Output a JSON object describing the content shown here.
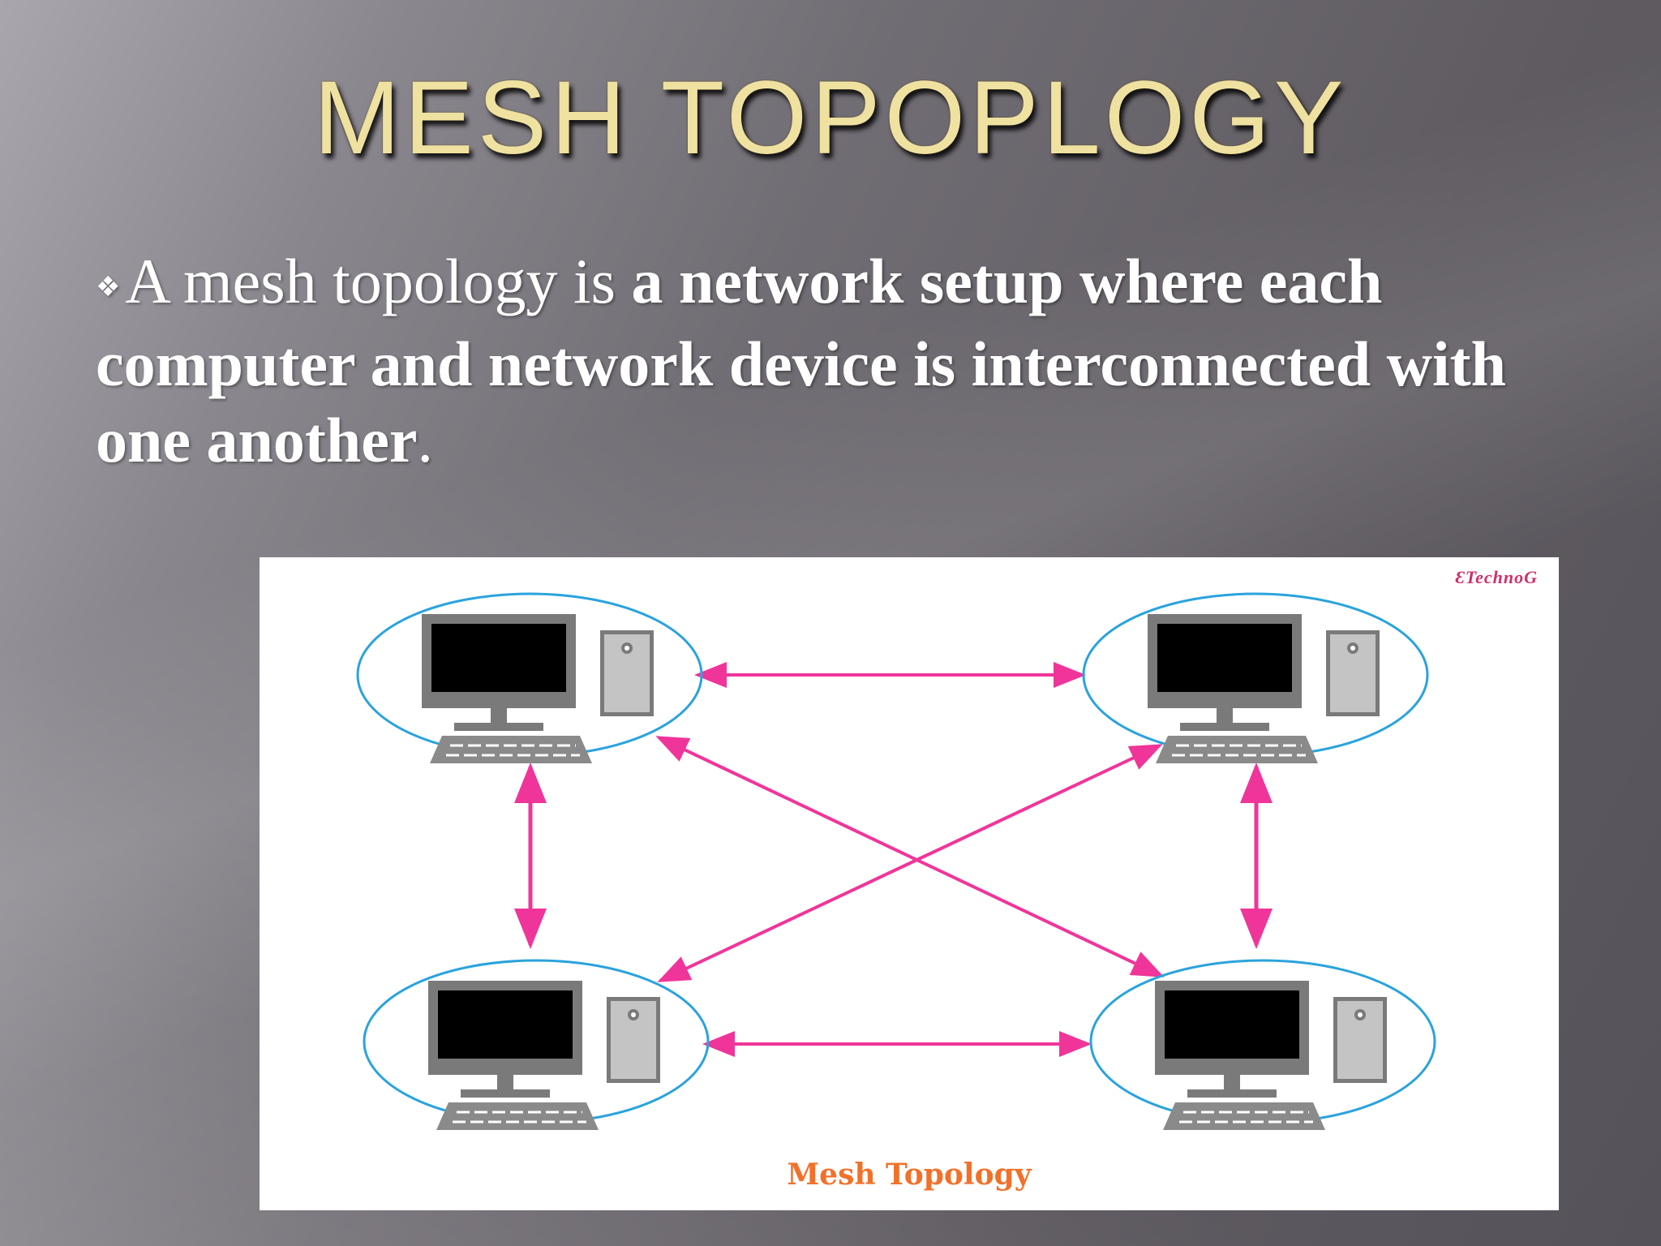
{
  "slide": {
    "title": "MESH TOPOPLOGY",
    "bullet_symbol": "❖",
    "text_normal": "A mesh topology is ",
    "text_bold": "a network setup where each computer and network device is interconnected with one another",
    "text_end": "."
  },
  "figure": {
    "brand": "ƐTechnoG",
    "caption": "Mesh Topology",
    "nodes": [
      "computer-top-left",
      "computer-top-right",
      "computer-bottom-left",
      "computer-bottom-right"
    ],
    "links": [
      [
        "computer-top-left",
        "computer-top-right"
      ],
      [
        "computer-bottom-left",
        "computer-bottom-right"
      ],
      [
        "computer-top-left",
        "computer-bottom-left"
      ],
      [
        "computer-top-right",
        "computer-bottom-right"
      ],
      [
        "computer-top-left",
        "computer-bottom-right"
      ],
      [
        "computer-top-right",
        "computer-bottom-left"
      ]
    ],
    "colors": {
      "ellipse": "#2aa3dd",
      "arrow": "#f0359a",
      "monitor_frame": "#7a7a7a",
      "screen": "#000000",
      "tower": "#c4c4c4",
      "caption": "#f2712a",
      "brand": "#d0306a"
    }
  }
}
